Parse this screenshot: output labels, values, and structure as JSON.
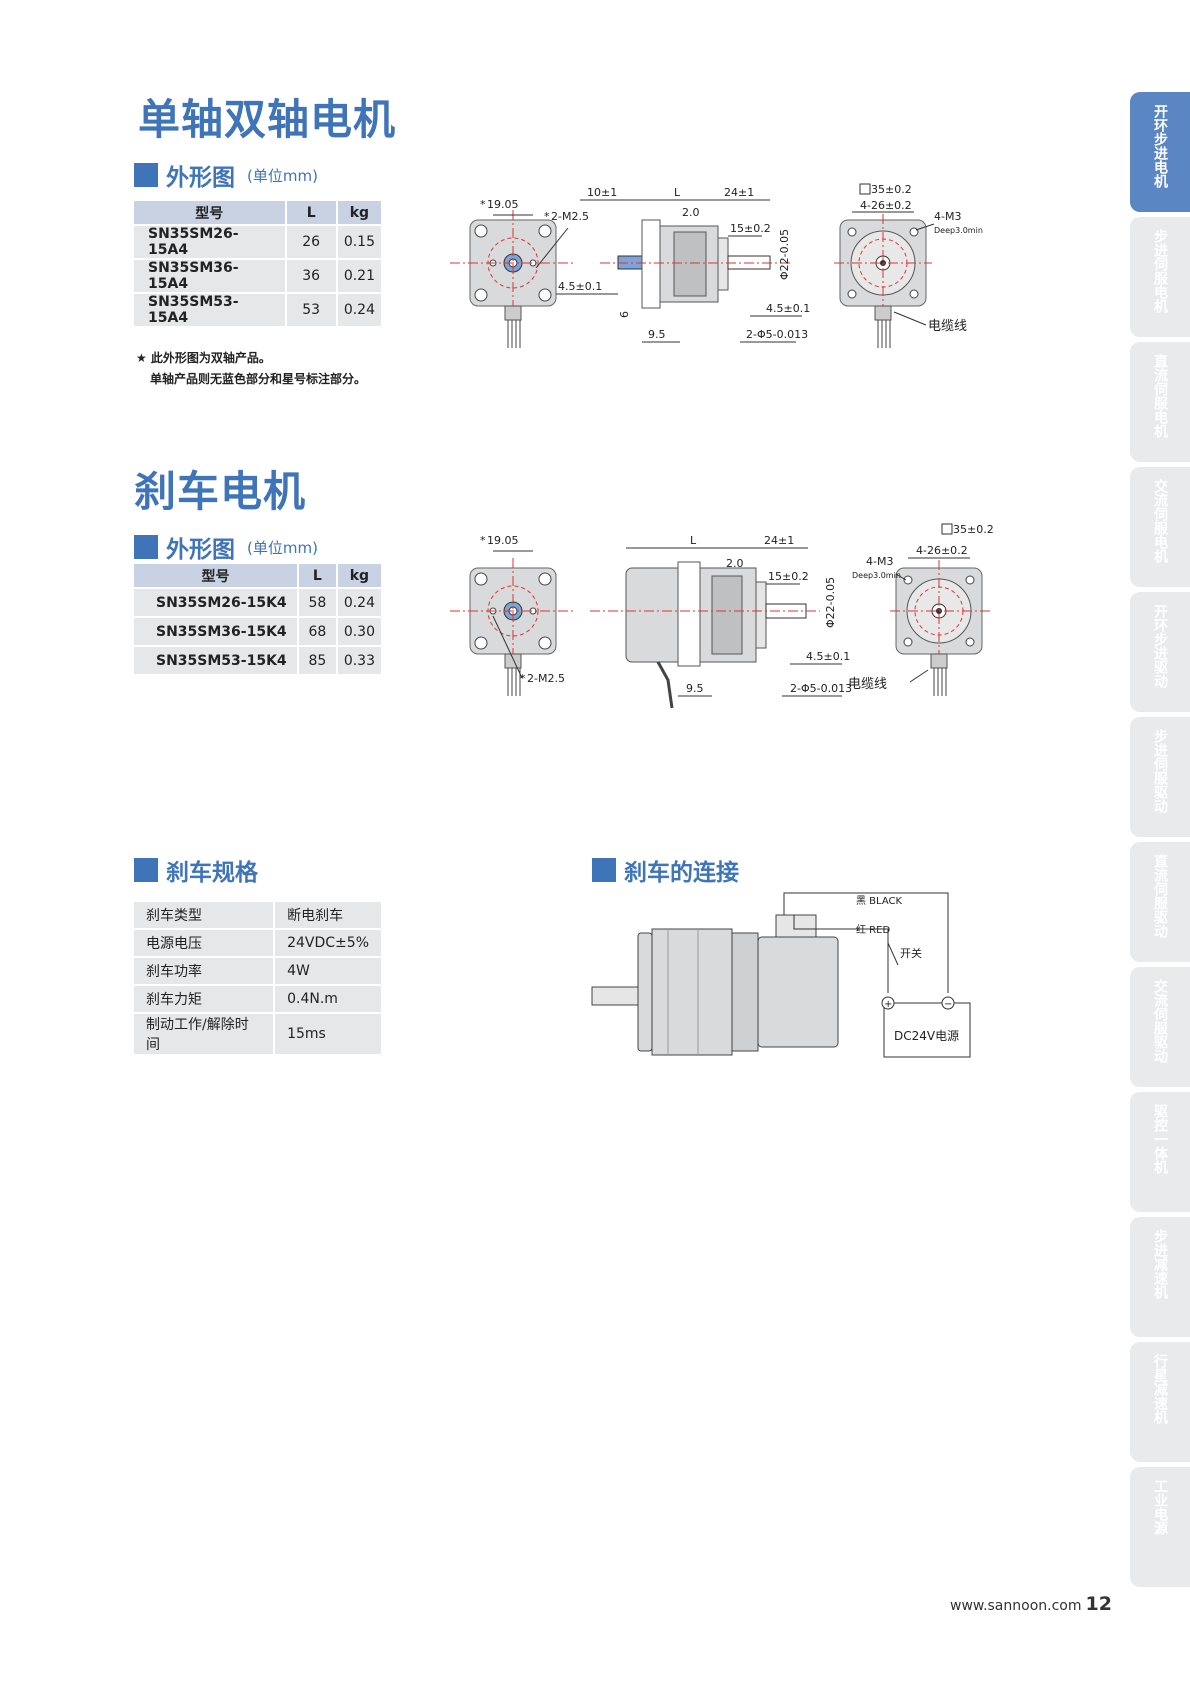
{
  "sections": {
    "dual_shaft_title": "单轴双轴电机",
    "brake_motor_title": "刹车电机",
    "outline_title": "外形图",
    "outline_unit": "(单位mm)",
    "brake_spec_title": "刹车规格",
    "brake_connect_title": "刹车的连接"
  },
  "table_headers": {
    "model": "型号",
    "L": "L",
    "kg": "kg"
  },
  "dual_table": [
    {
      "model": "SN35SM26-15A4",
      "L": "26",
      "kg": "0.15"
    },
    {
      "model": "SN35SM36-15A4",
      "L": "36",
      "kg": "0.21"
    },
    {
      "model": "SN35SM53-15A4",
      "L": "53",
      "kg": "0.24"
    }
  ],
  "note": {
    "line1": "★ 此外形图为双轴产品。",
    "line2": "单轴产品则无蓝色部分和星号标注部分。"
  },
  "brake_table": [
    {
      "model": "SN35SM26-15K4",
      "L": "58",
      "kg": "0.24"
    },
    {
      "model": "SN35SM36-15K4",
      "L": "68",
      "kg": "0.30"
    },
    {
      "model": "SN35SM53-15K4",
      "L": "85",
      "kg": "0.33"
    }
  ],
  "brake_spec": [
    {
      "name": "刹车类型",
      "value": "断电刹车"
    },
    {
      "name": "电源电压",
      "value": "24VDC±5%"
    },
    {
      "name": "刹车功率",
      "value": "4W"
    },
    {
      "name": "刹车力矩",
      "value": "0.4N.m"
    },
    {
      "name": "制动工作/解除时间",
      "value": "15ms"
    }
  ],
  "drawing_labels": {
    "d_19_05": "19.05",
    "d_2_m2_5": "2-M2.5",
    "d_10": "10±1",
    "d_L": "L",
    "d_24": "24±1",
    "d_2_0": "2.0",
    "d_15": "15±0.2",
    "d_4_5": "4.5±0.1",
    "d_phi22": "Φ22-0.05",
    "d_6": "6",
    "d_9_5": "9.5",
    "d_phi5": "2-Φ5-0.013",
    "d_35": "35±0.2",
    "d_26": "4-26±0.2",
    "d_m3": "4-M3",
    "d_deep": "Deep3.0min",
    "cable": "电缆线"
  },
  "wiring": {
    "black": "黑 BLACK",
    "red": "红 RED",
    "switch": "开关",
    "power": "DC24V电源",
    "plus": "+",
    "minus": "−"
  },
  "side_tabs": [
    "开环步进电机",
    "步进伺服电机",
    "直流伺服电机",
    "交流伺服电机",
    "开环步进驱动",
    "步进伺服驱动",
    "直流伺服驱动",
    "交流伺服驱动",
    "驱控一体机",
    "步进减速机",
    "行星减速机",
    "工业电源"
  ],
  "footer": {
    "url": "www.sannoon.com",
    "page": "12"
  },
  "colors": {
    "accent": "#3f74b8",
    "tab_active": "#5a86c4",
    "tab": "#e9eaeb",
    "table_head": "#c9d2e3",
    "table_cell": "#e6e7e8"
  }
}
